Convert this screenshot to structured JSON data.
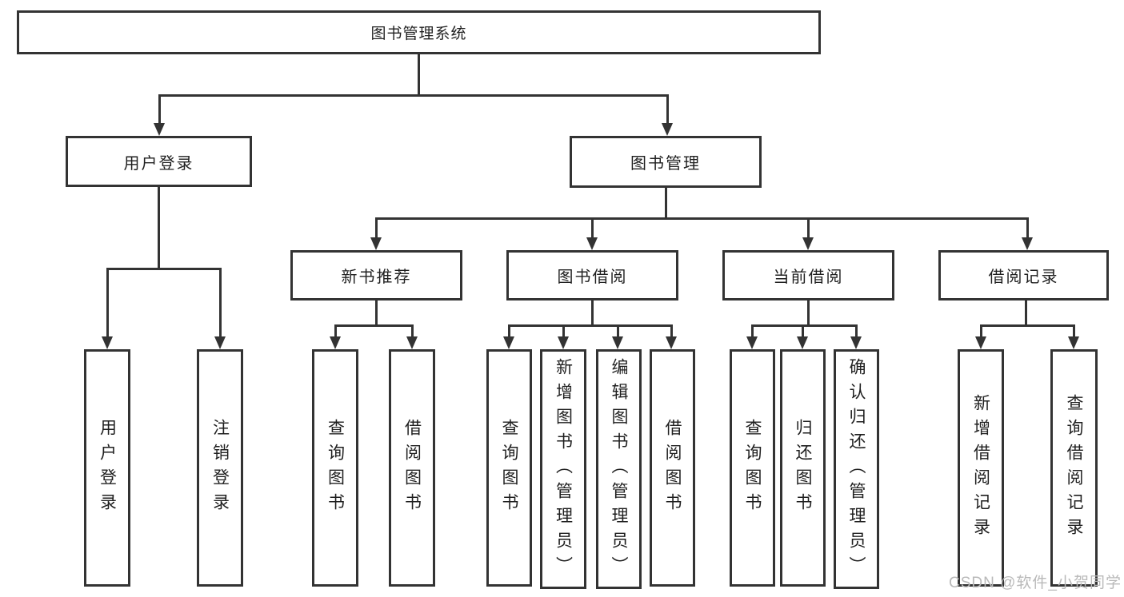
{
  "diagram": {
    "root": {
      "label": "图书管理系统"
    },
    "level2": [
      {
        "id": "user-login",
        "label": "用户登录"
      },
      {
        "id": "book-management",
        "label": "图书管理"
      }
    ],
    "level3": [
      {
        "id": "new-book-recommend",
        "label": "新书推荐"
      },
      {
        "id": "book-borrow",
        "label": "图书借阅"
      },
      {
        "id": "current-borrow",
        "label": "当前借阅"
      },
      {
        "id": "borrow-record",
        "label": "借阅记录"
      }
    ],
    "leaves": [
      {
        "parent": "user-login",
        "label": "用户登录"
      },
      {
        "parent": "user-login",
        "label": "注销登录"
      },
      {
        "parent": "new-book-recommend",
        "label": "查询图书"
      },
      {
        "parent": "new-book-recommend",
        "label": "借阅图书"
      },
      {
        "parent": "book-borrow",
        "label": "查询图书"
      },
      {
        "parent": "book-borrow",
        "label": "新增图书（管理员）"
      },
      {
        "parent": "book-borrow",
        "label": "编辑图书（管理员）"
      },
      {
        "parent": "book-borrow",
        "label": "借阅图书"
      },
      {
        "parent": "current-borrow",
        "label": "查询图书"
      },
      {
        "parent": "current-borrow",
        "label": "归还图书"
      },
      {
        "parent": "current-borrow",
        "label": "确认归还（管理员）"
      },
      {
        "parent": "borrow-record",
        "label": "新增借阅记录"
      },
      {
        "parent": "borrow-record",
        "label": "查询借阅记录"
      }
    ]
  },
  "watermark": {
    "text": "CSDN @软件_小贺同学",
    "color": "#b9b9b9"
  },
  "colors": {
    "line": "#333333",
    "text": "#1f1f1f",
    "background": "#ffffff"
  }
}
